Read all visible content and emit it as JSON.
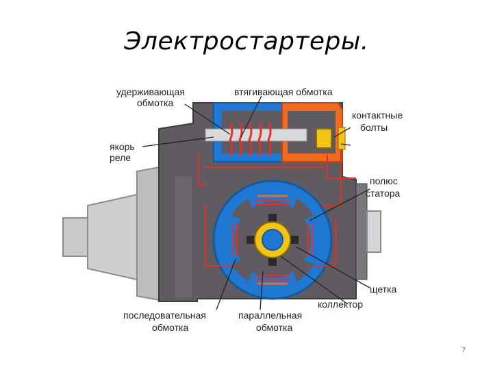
{
  "slide": {
    "title": "Электростартеры.",
    "page_number": "7"
  },
  "labels": {
    "holding_winding_1": "удерживающая",
    "holding_winding_2": "обмотка",
    "pull_winding": "втягивающая обмотка",
    "relay_armature_1": "якорь",
    "relay_armature_2": "реле",
    "contact_bolts_1": "контактные",
    "contact_bolts_2": "болты",
    "stator_pole_1": "полюс",
    "stator_pole_2": "статора",
    "brush": "щетка",
    "commutator": "коллектор",
    "series_winding_1": "последовательная",
    "series_winding_2": "обмотка",
    "parallel_winding_1": "параллельная",
    "parallel_winding_2": "обмотка"
  },
  "colors": {
    "housing": "#5f5b60",
    "housing_dark": "#3f3c40",
    "nose": "#c9c9cb",
    "stator_blue": "#1f78d1",
    "winding_orange": "#f26a21",
    "wire_red": "#e0322b",
    "commutator_yellow": "#f3c316"
  }
}
